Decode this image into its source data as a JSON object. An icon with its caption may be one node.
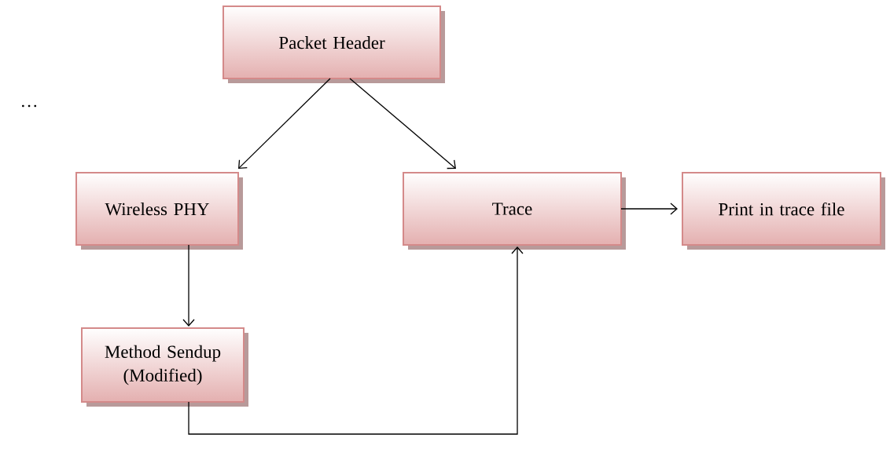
{
  "diagram": {
    "nodes": [
      {
        "text": [
          "Packet Header"
        ]
      },
      {
        "text": [
          "Wireless PHY"
        ]
      },
      {
        "text": [
          "Trace"
        ]
      },
      {
        "text": [
          "Print in trace file"
        ]
      },
      {
        "text": [
          "Method Sendup (Modified)"
        ]
      }
    ],
    "edges": [
      {
        "from": 0,
        "to": 1,
        "arrow": "to"
      },
      {
        "from": 0,
        "to": 2,
        "arrow": "to"
      },
      {
        "from": 2,
        "to": 3,
        "arrow": "to"
      },
      {
        "from": 1,
        "to": 4,
        "arrow": "to"
      },
      {
        "from": 4,
        "to": 2,
        "arrow": "to"
      }
    ],
    "labels": [
      "…"
    ]
  }
}
